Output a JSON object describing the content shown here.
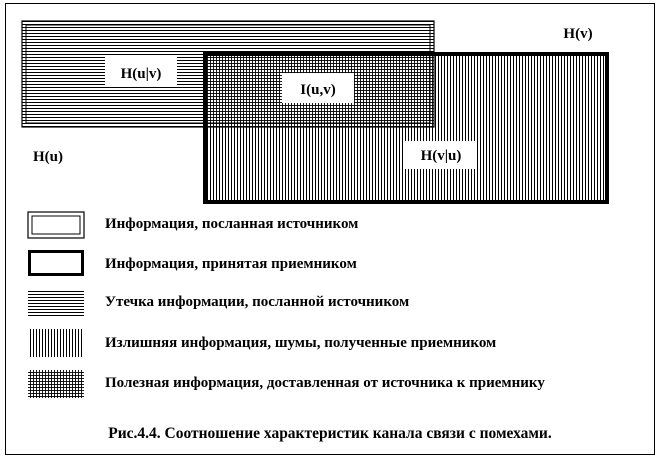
{
  "diagram": {
    "labels": {
      "h_u_v": "H(u|v)",
      "i_uv": "I(u,v)",
      "h_v": "H(v)",
      "h_u": "H(u)",
      "h_v_u": "H(v|u)"
    }
  },
  "legend": {
    "items": [
      {
        "label": "Информация, посланная источником"
      },
      {
        "label": "Информация, принятая приемником"
      },
      {
        "label": "Утечка информации, посланной источником"
      },
      {
        "label": "Излишняя информация, шумы, полученные приемником"
      },
      {
        "label": "Полезная информация, доставленная от источника к приемнику"
      }
    ]
  },
  "caption": "Рис.4.4. Соотношение характеристик канала связи с помехами."
}
